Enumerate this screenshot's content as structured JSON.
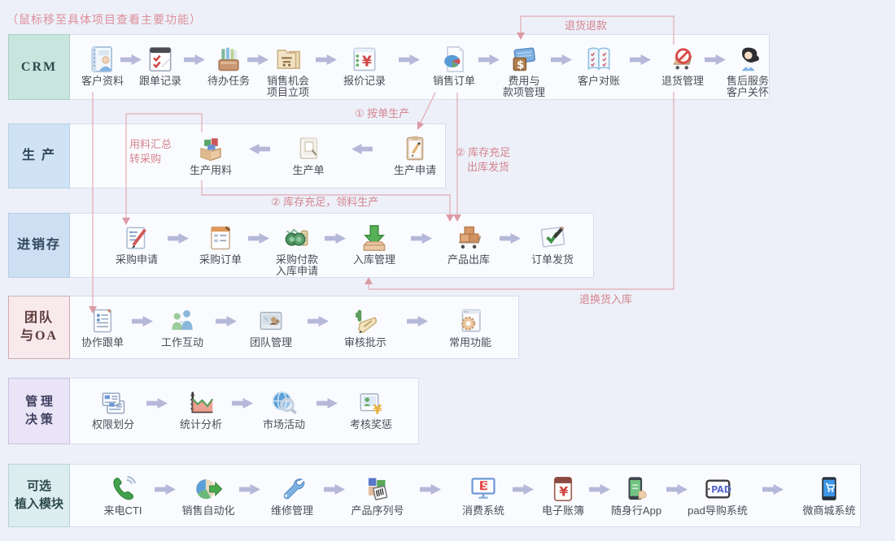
{
  "note": "（鼠标移至具体项目查看主要功能）",
  "theme": {
    "page_bg": "#edf0f8",
    "row_bg": "#fafbfe",
    "row_border": "#d8dcee",
    "arrow_color": "#b5b8d9",
    "annotation_pink": "#d4848f",
    "line_pink": "#e3a9b2"
  },
  "annotations": {
    "return_refund": "退货退款",
    "make_to_order": "① 按单生产",
    "stock_ship_line1": "② 库存充足",
    "stock_ship_line2": "出库发货",
    "stock_pick": "② 库存充足，领料生产",
    "material_summary": "用料汇总\n转采购",
    "return_restock": "退换货入库"
  },
  "rows": [
    {
      "id": "crm",
      "label": "CRM",
      "color": {
        "bg": "#c8e5de",
        "border": "#a9d2c7",
        "text": "#2f4a4e"
      },
      "items": [
        {
          "id": "customer-info",
          "icon": "notebook-person-icon",
          "label": "客户资料"
        },
        {
          "id": "follow-up-records",
          "icon": "checklist-icon",
          "label": "跟单记录"
        },
        {
          "id": "todo-tasks",
          "icon": "pen-holder-icon",
          "label": "待办任务"
        },
        {
          "id": "sales-opportunity",
          "icon": "folders-cart-icon",
          "label": "销售机会\n项目立项"
        },
        {
          "id": "quotation-records",
          "icon": "quote-window-icon",
          "label": "报价记录"
        },
        {
          "id": "sales-order",
          "icon": "order-pie-icon",
          "label": "销售订单"
        },
        {
          "id": "expense-payment",
          "icon": "money-card-icon",
          "label": "费用与\n款项管理"
        },
        {
          "id": "customer-reconciliation",
          "icon": "account-book-icon",
          "label": "客户对账"
        },
        {
          "id": "return-management",
          "icon": "return-cart-icon",
          "label": "退货管理"
        },
        {
          "id": "after-sales-care",
          "icon": "service-person-icon",
          "label": "售后服务\n客户关怀"
        }
      ]
    },
    {
      "id": "production",
      "label": "生 产",
      "color": {
        "bg": "#cfe3f5",
        "border": "#b6d0e9",
        "text": "#31475c"
      },
      "items": [
        {
          "id": "production-materials",
          "icon": "materials-box-icon",
          "label": "生产用料"
        },
        {
          "id": "production-order",
          "icon": "box-page-icon",
          "label": "生产单"
        },
        {
          "id": "production-request",
          "icon": "clipboard-icon",
          "label": "生产申请"
        }
      ]
    },
    {
      "id": "inventory",
      "label": "进销存",
      "color": {
        "bg": "#cddff2",
        "border": "#b6cde8",
        "text": "#31475c"
      },
      "items": [
        {
          "id": "purchase-request",
          "icon": "page-pencil-icon",
          "label": "采购申请"
        },
        {
          "id": "purchase-order",
          "icon": "page-orange-icon",
          "label": "采购订单"
        },
        {
          "id": "purchase-payment",
          "icon": "binoculars-money-icon",
          "label": "采购付款\n入库申请"
        },
        {
          "id": "inbound-management",
          "icon": "down-arrow-tray-icon",
          "label": "入库管理"
        },
        {
          "id": "product-outbound",
          "icon": "cart-boxes-icon",
          "label": "产品出库"
        },
        {
          "id": "order-shipping",
          "icon": "check-pen-icon",
          "label": "订单发货"
        }
      ]
    },
    {
      "id": "team-oa",
      "label": "团队\n与OA",
      "color": {
        "bg": "#f7e9ec",
        "border": "#d0abb2",
        "text": "#5c3a3a"
      },
      "items": [
        {
          "id": "collaborative-follow-up",
          "icon": "person-doc-icon",
          "label": "协作跟单"
        },
        {
          "id": "work-interaction",
          "icon": "two-people-icon",
          "label": "工作互动"
        },
        {
          "id": "team-management",
          "icon": "team-photo-icon",
          "label": "团队管理"
        },
        {
          "id": "approval-comments",
          "icon": "cactus-scroll-icon",
          "label": "审核批示"
        },
        {
          "id": "common-functions",
          "icon": "gear-window-icon",
          "label": "常用功能"
        }
      ]
    },
    {
      "id": "management",
      "label": "管 理\n决 策",
      "color": {
        "bg": "#e9e4f6",
        "border": "#c9c1e3",
        "text": "#3f3f60"
      },
      "items": [
        {
          "id": "permission-division",
          "icon": "id-cards-icon",
          "label": "权限划分"
        },
        {
          "id": "statistical-analysis",
          "icon": "stats-chart-icon",
          "label": "统计分析"
        },
        {
          "id": "market-activities",
          "icon": "globe-magnifier-icon",
          "label": "市场活动"
        },
        {
          "id": "assessment-rewards",
          "icon": "photo-yen-icon",
          "label": "考核奖惩"
        }
      ]
    },
    {
      "id": "optional-modules",
      "label": "可选\n植入模块",
      "color": {
        "bg": "#dcedf0",
        "border": "#b5d5da",
        "text": "#2f4a4e"
      },
      "items": [
        {
          "id": "incoming-call-cti",
          "icon": "phone-handset-icon",
          "label": "来电CTI"
        },
        {
          "id": "sales-automation",
          "icon": "pie-arrow-icon",
          "label": "销售自动化"
        },
        {
          "id": "repair-management",
          "icon": "wrench-icon",
          "label": "维修管理"
        },
        {
          "id": "product-serial-number",
          "icon": "boxes-barcode-icon",
          "label": "产品序列号"
        },
        {
          "id": "consumption-system",
          "icon": "monitor-dollar-icon",
          "label": "消费系统"
        },
        {
          "id": "electronic-ledger",
          "icon": "ledger-yen-icon",
          "label": "电子账簿"
        },
        {
          "id": "mobile-app",
          "icon": "phone-hand-icon",
          "label": "随身行App"
        },
        {
          "id": "pad-guide-system",
          "icon": "pad-tablet-icon",
          "label": "pad导购系统"
        },
        {
          "id": "wechat-mall-system",
          "icon": "phone-cart-icon",
          "label": "微商城系统"
        }
      ]
    }
  ]
}
